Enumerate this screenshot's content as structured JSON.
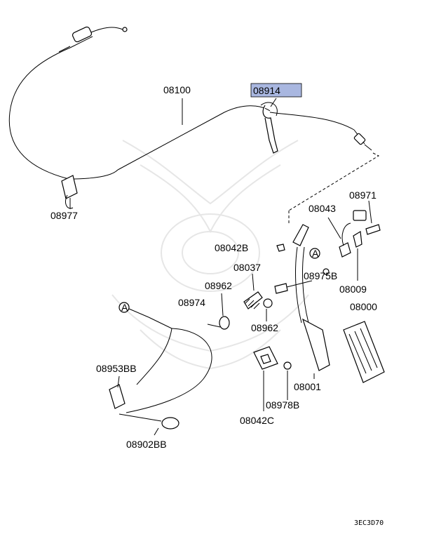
{
  "diagram": {
    "highlight_color": "#a9b7e0",
    "drawing_code": "3EC3D70",
    "callout_letter": "A",
    "labels": {
      "p08100": "08100",
      "p08914": "08914",
      "p08977": "08977",
      "p08971": "08971",
      "p08043": "08043",
      "p08042B": "08042B",
      "p08037": "08037",
      "p08975B": "08975B",
      "p08962a": "08962",
      "p08962b": "08962",
      "p08974": "08974",
      "p08009": "08009",
      "p08000": "08000",
      "p08953BB": "08953BB",
      "p08001": "08001",
      "p08978B": "08978B",
      "p08042C": "08042C",
      "p08902BB": "08902BB"
    }
  }
}
